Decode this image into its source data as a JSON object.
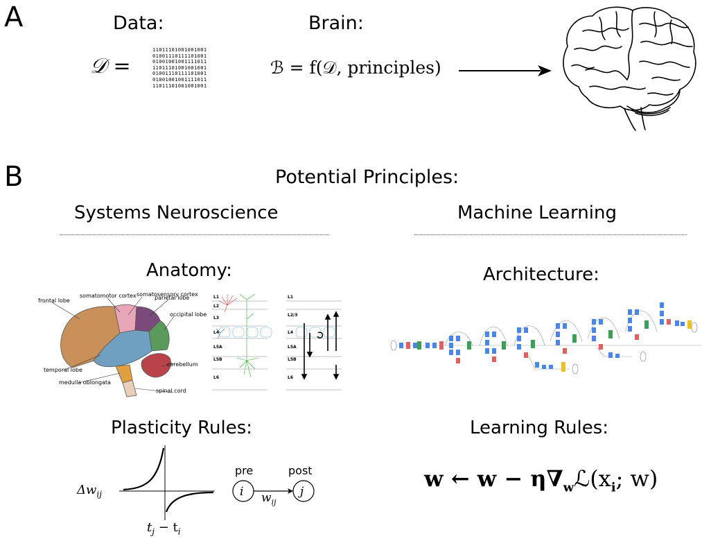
{
  "panel_a": {
    "letter": "A",
    "data_label": "Data:",
    "data_symbol": "𝒟 =",
    "bit_rows": [
      "11011101001001001",
      "01001110111101001",
      "01001001001111011",
      "11011101001001001",
      "01001110111101001",
      "01001001001111011",
      "11011101001001001"
    ],
    "brain_label": "Brain:",
    "brain_equation": "ℬ = f(𝒟, principles)"
  },
  "panel_b": {
    "letter": "B",
    "title": "Potential Principles:",
    "left_heading": "Systems Neuroscience",
    "right_heading": "Machine Learning",
    "anatomy": {
      "title": "Anatomy:",
      "lobes": {
        "somatomotor": "somatomotor cortex",
        "somatosensory": "somatosensory cortex",
        "frontal": "frontal lobe",
        "parietal": "parietal lobe",
        "occipital": "occipital lobe",
        "temporal": "temporal lobe",
        "cerebellum": "cerebellum",
        "medulla": "medulla oblongata",
        "spinal": "spinal cord"
      },
      "layers_a": [
        "L1",
        "L2",
        "L3",
        "L4",
        "L5A",
        "L5B",
        "L6"
      ],
      "layers_b": [
        "L1",
        "L2/3",
        "L4",
        "L5A",
        "L5B",
        "L6"
      ]
    },
    "architecture": {
      "title": "Architecture:"
    },
    "plasticity": {
      "title": "Plasticity Rules:",
      "y_label": "Δw",
      "y_label_sub": "ij",
      "x_label": "t",
      "x_label_sub": "j",
      "x_label_minus": " − t",
      "x_label_sub2": "i",
      "pre": "pre",
      "post": "post",
      "node_i": "i",
      "node_j": "j",
      "weight": "w",
      "weight_sub": "ij"
    },
    "learning": {
      "title": "Learning Rules:",
      "equation": "w ← w − η∇",
      "grad_sub": "w",
      "loss": "ℒ(x",
      "loss_sub": "i",
      "loss_tail": "; w)"
    }
  },
  "colors": {
    "frontal": "#c9905a",
    "parietal": "#7a4a7a",
    "somatosensory": "#e8a6b8",
    "temporal": "#6fa0c2",
    "occipital": "#5a9a5a",
    "cerebellum": "#b8444a",
    "brainstem": "#e0a040",
    "spinal": "#e8d0b8",
    "arch_blue": "#4a86e8",
    "arch_red": "#e06060",
    "arch_green": "#3aa055",
    "arch_yellow": "#f0c020"
  }
}
